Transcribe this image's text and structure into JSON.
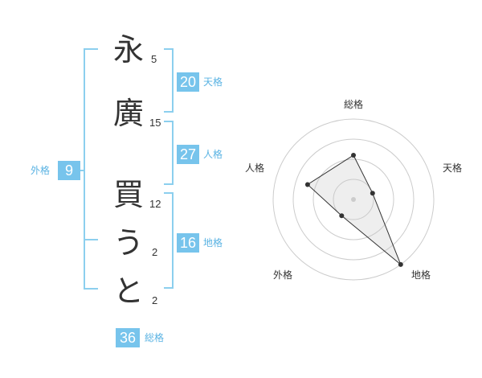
{
  "name": {
    "chars": [
      {
        "char": "永",
        "strokes": "5"
      },
      {
        "char": "廣",
        "strokes": "15"
      },
      {
        "char": "買",
        "strokes": "12"
      },
      {
        "char": "う",
        "strokes": "2"
      },
      {
        "char": "と",
        "strokes": "2"
      }
    ]
  },
  "fortunes": {
    "tenkaku": {
      "value": "20",
      "label": "天格"
    },
    "jinkaku": {
      "value": "27",
      "label": "人格"
    },
    "chikaku": {
      "value": "16",
      "label": "地格"
    },
    "gaikaku": {
      "value": "9",
      "label": "外格"
    },
    "soukaku": {
      "value": "36",
      "label": "総格"
    }
  },
  "colors": {
    "accent": "#77c4ec",
    "bracket": "#8ccfee",
    "label": "#5ab3e3",
    "text": "#333333"
  },
  "chart_data": {
    "type": "radar",
    "axes": [
      "総格",
      "天格",
      "地格",
      "外格",
      "人格"
    ],
    "values": [
      0.55,
      0.25,
      1.0,
      0.25,
      0.6
    ],
    "rings": 4,
    "grid": true
  }
}
